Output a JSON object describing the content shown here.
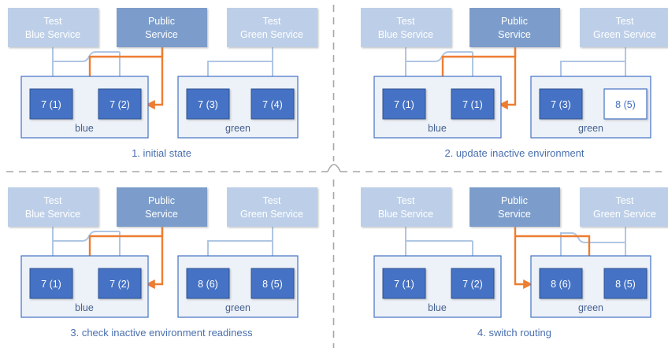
{
  "colors": {
    "service_light": "#BDCFE8",
    "service_dark": "#7B9DCB",
    "instance_fill": "#4472C4",
    "instance_stroke": "#2F528F",
    "instance_inactive_fill": "#FFFFFF",
    "env_stroke": "#4472C4",
    "env_fill": "#EDF1F8",
    "connector_blue": "#AFC6E3",
    "routing_orange": "#ED7D31",
    "caption_text": "#4A6FAF",
    "env_label_text": "#44618F",
    "divider": "#A6A6A6",
    "white": "#FFFFFF"
  },
  "services": {
    "test_blue": "Test\nBlue Service",
    "test_blue_line1": "Test",
    "test_blue_line2": "Blue Service",
    "public_line1": "Public",
    "public_line2": "Service",
    "test_green_line1": "Test",
    "test_green_line2": "Green Service"
  },
  "environments": {
    "blue_label": "blue",
    "green_label": "green"
  },
  "panels": [
    {
      "id": "panel-1",
      "caption": "1. initial state",
      "blue_instances": [
        {
          "label": "7 (1)",
          "active": true
        },
        {
          "label": "7 (2)",
          "active": true
        }
      ],
      "green_instances": [
        {
          "label": "7 (3)",
          "active": true
        },
        {
          "label": "7 (4)",
          "active": true
        }
      ],
      "public_routes_to": "blue",
      "public_route_style": "two-arrows-left"
    },
    {
      "id": "panel-2",
      "caption": "2. update inactive environment",
      "blue_instances": [
        {
          "label": "7 (1)",
          "active": true
        },
        {
          "label": "7 (1)",
          "active": true
        }
      ],
      "green_instances": [
        {
          "label": "7 (3)",
          "active": true
        },
        {
          "label": "8 (5)",
          "active": false
        }
      ],
      "public_routes_to": "blue",
      "public_route_style": "two-arrows-left"
    },
    {
      "id": "panel-3",
      "caption": "3. check inactive environment readiness",
      "blue_instances": [
        {
          "label": "7 (1)",
          "active": true
        },
        {
          "label": "7 (2)",
          "active": true
        }
      ],
      "green_instances": [
        {
          "label": "8 (6)",
          "active": true
        },
        {
          "label": "8 (5)",
          "active": true
        }
      ],
      "public_routes_to": "blue",
      "public_route_style": "two-arrows-left"
    },
    {
      "id": "panel-4",
      "caption": "4. switch routing",
      "blue_instances": [
        {
          "label": "7 (1)",
          "active": true
        },
        {
          "label": "7 (2)",
          "active": true
        }
      ],
      "green_instances": [
        {
          "label": "8 (6)",
          "active": true
        },
        {
          "label": "8 (5)",
          "active": true
        }
      ],
      "public_routes_to": "green",
      "public_route_style": "two-arrows-right"
    }
  ]
}
